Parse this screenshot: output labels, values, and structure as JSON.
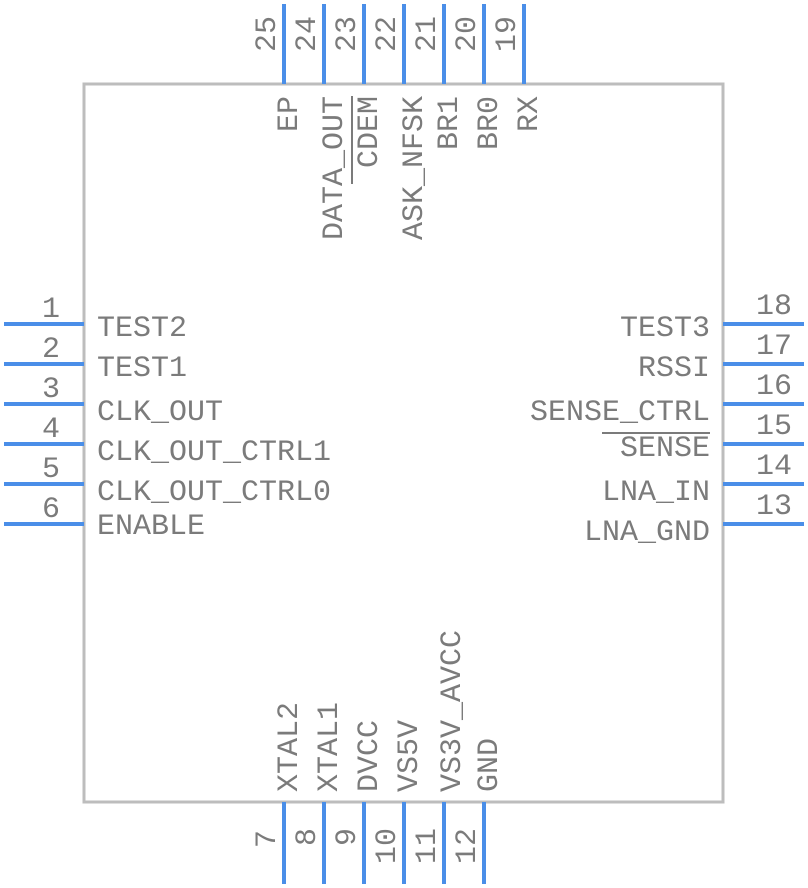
{
  "component": {
    "pins": [
      {
        "number": "1",
        "name": "TEST2"
      },
      {
        "number": "2",
        "name": "TEST1"
      },
      {
        "number": "3",
        "name": "CLK_OUT"
      },
      {
        "number": "4",
        "name": "CLK_OUT_CTRL1"
      },
      {
        "number": "5",
        "name": "CLK_OUT_CTRL0"
      },
      {
        "number": "6",
        "name": "ENABLE"
      },
      {
        "number": "7",
        "name": "XTAL2"
      },
      {
        "number": "8",
        "name": "XTAL1"
      },
      {
        "number": "9",
        "name": "DVCC"
      },
      {
        "number": "10",
        "name": "VS5V"
      },
      {
        "number": "11",
        "name": "VS3V_AVCC"
      },
      {
        "number": "12",
        "name": "GND"
      },
      {
        "number": "13",
        "name": "LNA_GND"
      },
      {
        "number": "14",
        "name": "LNA_IN"
      },
      {
        "number": "15",
        "name": "SENSE"
      },
      {
        "number": "16",
        "name": "SENSE_CTRL"
      },
      {
        "number": "17",
        "name": "RSSI"
      },
      {
        "number": "18",
        "name": "TEST3"
      },
      {
        "number": "19",
        "name": "RX"
      },
      {
        "number": "20",
        "name": "BR0"
      },
      {
        "number": "21",
        "name": "BR1"
      },
      {
        "number": "22",
        "name": "ASK_NFSK"
      },
      {
        "number": "23",
        "name": "CDEM"
      },
      {
        "number": "24",
        "name": "DATA_OUT"
      },
      {
        "number": "25",
        "name": "EP"
      }
    ],
    "colors": {
      "pin": "#4a8ee8",
      "body_outline": "#bdbdbd",
      "text": "#7b7b7b"
    }
  }
}
